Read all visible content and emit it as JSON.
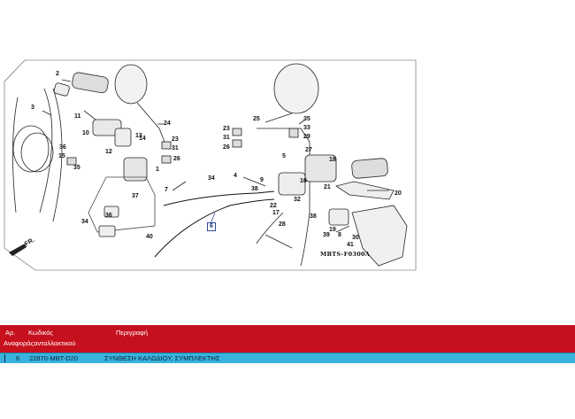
{
  "diagram": {
    "figure_code": "MBTS-F0300A",
    "selected_callout": "6",
    "callouts": [
      "1",
      "2",
      "3",
      "4",
      "5",
      "6",
      "7",
      "8",
      "9",
      "10",
      "11",
      "12",
      "13",
      "14",
      "15",
      "16",
      "17",
      "18",
      "19",
      "20",
      "21",
      "22",
      "23",
      "24",
      "25",
      "26",
      "27",
      "28",
      "29",
      "30",
      "31",
      "32",
      "33",
      "34",
      "35",
      "36",
      "37",
      "38",
      "39",
      "40",
      "41"
    ],
    "direction_label": "FR."
  },
  "parts_table": {
    "headers": {
      "ref": "Αρ. Αναφοράςανταλλακτικού",
      "ref_line1": "Αρ.",
      "ref_line2": "Αναφοράςανταλλακτικού",
      "code": "Κωδικός",
      "description": "Περιγραφή"
    },
    "rows": [
      {
        "ref": "6",
        "code": "22870-MBT-D20",
        "description": "ΣΥΝΘΕΣΗ ΚΑΛΩΔΙΟΥ, ΣΥΜΠΛΕΚΤΗΣ"
      }
    ]
  },
  "colors": {
    "header_bg": "#c6101d",
    "selected_row_bg": "#39b3de",
    "callout_box": "#2b4b9b"
  }
}
